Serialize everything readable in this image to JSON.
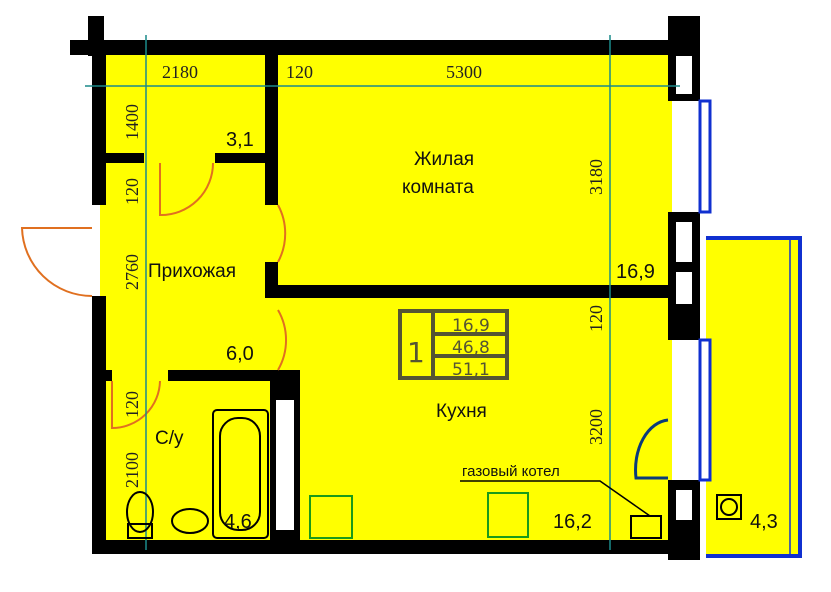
{
  "plan": {
    "rooms": {
      "living": {
        "label_line1": "Жилая",
        "label_line2": "комната",
        "area": "16,9"
      },
      "hall": {
        "label": "Прихожая",
        "area": "6,0"
      },
      "closet": {
        "area": "3,1"
      },
      "kitchen": {
        "label": "Кухня",
        "area": "16,2"
      },
      "bathroom": {
        "label": "С/у",
        "area": "4,6"
      },
      "balcony": {
        "area": "4,3"
      }
    },
    "dimensions": {
      "top": [
        "2180",
        "120",
        "5300"
      ],
      "left": [
        "1400",
        "120",
        "2760",
        "120",
        "2100"
      ],
      "right": [
        "3180",
        "120",
        "3200"
      ]
    },
    "summary_table": {
      "rooms": "1",
      "living_area": "16,9",
      "total_living": "46,8",
      "total_area": "51,1"
    },
    "annotations": {
      "boiler": "газовый котел"
    },
    "colors": {
      "floor": "#ffff00",
      "wall": "#000000",
      "dimension": "#1a8a8a",
      "door": "#e07020",
      "window": "#1030d0"
    }
  }
}
